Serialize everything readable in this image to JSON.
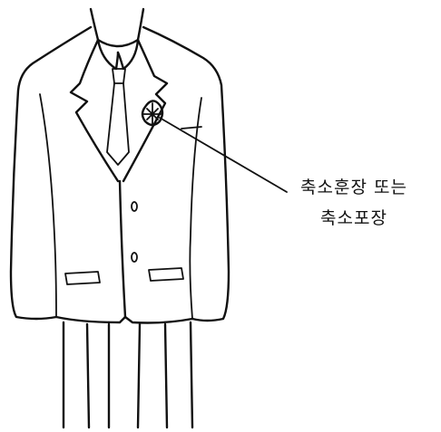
{
  "annotation": {
    "line1": "축소훈장 또는",
    "line2": "축소포장"
  },
  "icons": {
    "figure": "suit-jacket-illustration",
    "medal": "miniature-medal-icon"
  },
  "colors": {
    "ink": "#111111",
    "background": "#ffffff"
  }
}
